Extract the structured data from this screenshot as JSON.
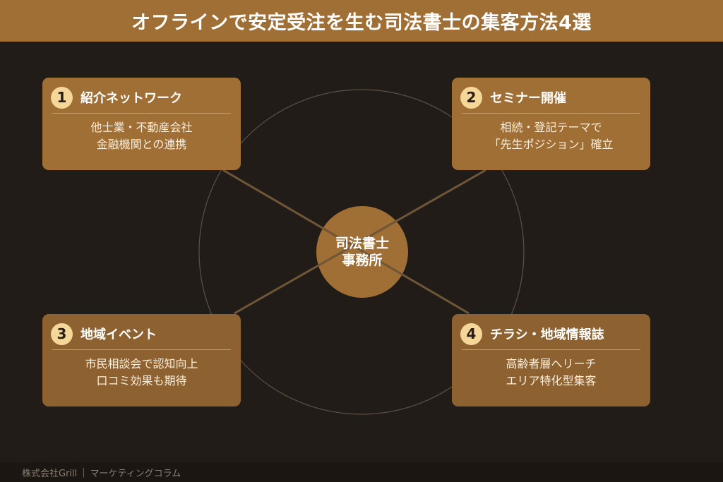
{
  "header": {
    "title": "オフラインで安定受注を生む司法書士の集客方法4選"
  },
  "center": {
    "line1": "司法書士",
    "line2": "事務所"
  },
  "cards": [
    {
      "number": "1",
      "title": "紹介ネットワーク",
      "lines": [
        "他士業・不動産会社",
        "金融機関との連携"
      ]
    },
    {
      "number": "2",
      "title": "セミナー開催",
      "lines": [
        "相続・登記テーマで",
        "「先生ポジション」確立"
      ]
    },
    {
      "number": "3",
      "title": "地域イベント",
      "lines": [
        "市民相談会で認知向上",
        "口コミ効果も期待"
      ]
    },
    {
      "number": "4",
      "title": "チラシ・地域情報誌",
      "lines": [
        "高齢者層へリーチ",
        "エリア特化型集客"
      ]
    }
  ],
  "footer": {
    "company": "株式会社Grill",
    "separator": "|",
    "section": "マーケティングコラム"
  },
  "colors": {
    "background": "#221c18",
    "accent": "#a06f35",
    "badge": "#f6d79a"
  }
}
